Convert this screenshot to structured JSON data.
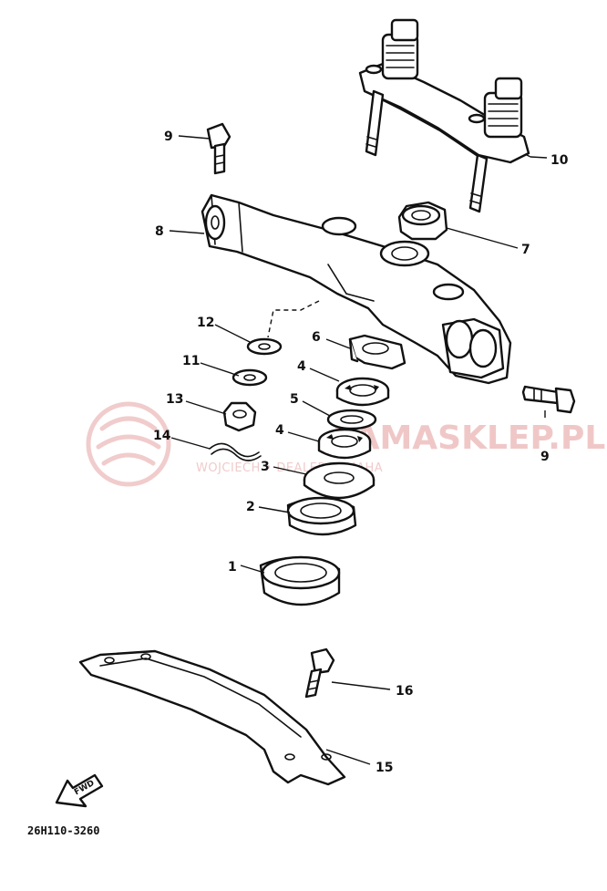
{
  "diagram": {
    "code": "26H110-3260",
    "fwd_label": "FWD",
    "callouts": [
      {
        "id": "1",
        "label": "1"
      },
      {
        "id": "2",
        "label": "2"
      },
      {
        "id": "3",
        "label": "3"
      },
      {
        "id": "4a",
        "label": "4"
      },
      {
        "id": "4b",
        "label": "4"
      },
      {
        "id": "5",
        "label": "5"
      },
      {
        "id": "6",
        "label": "6"
      },
      {
        "id": "7",
        "label": "7"
      },
      {
        "id": "8",
        "label": "8"
      },
      {
        "id": "9a",
        "label": "9"
      },
      {
        "id": "9b",
        "label": "9"
      },
      {
        "id": "10",
        "label": "10"
      },
      {
        "id": "11",
        "label": "11"
      },
      {
        "id": "12",
        "label": "12"
      },
      {
        "id": "13",
        "label": "13"
      },
      {
        "id": "14",
        "label": "14"
      },
      {
        "id": "15",
        "label": "15"
      },
      {
        "id": "16",
        "label": "16"
      }
    ]
  },
  "watermark": {
    "title": "YAMASKLEP.PL",
    "subtitle": "WOJCIECH • DEALER YAMAHA",
    "color": "#e7a3a3"
  }
}
